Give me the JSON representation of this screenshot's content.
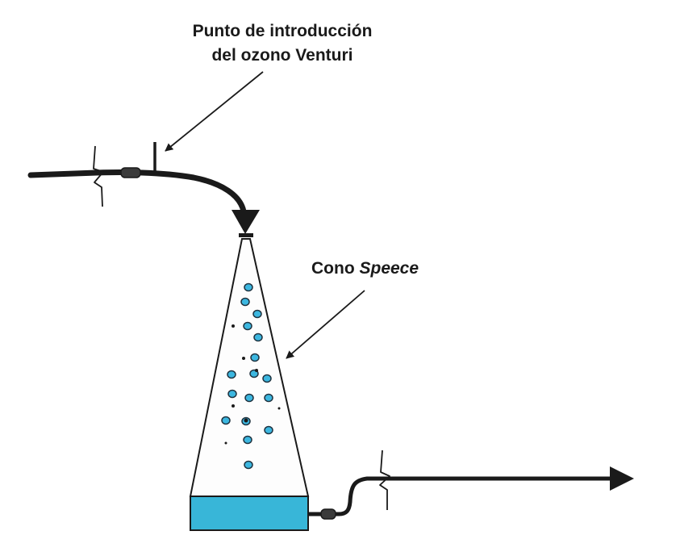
{
  "labels": {
    "venturi_line1": "Punto de introducción",
    "venturi_line2": "del ozono Venturi",
    "cone_prefix": "Cono ",
    "cone_name": "Speece"
  },
  "colors": {
    "line": "#1a1a1a",
    "water": "#38b6d8",
    "bubble_fill": "#3cb7e0",
    "bubble_outline": "#1f3340",
    "cone_fill": "#fdfdfd"
  },
  "components": {
    "cone": "speece-cone",
    "inlet": "inlet-pipe",
    "injector": "venturi-injector",
    "outlet": "outlet-pipe",
    "reservoir": "water-reservoir"
  }
}
